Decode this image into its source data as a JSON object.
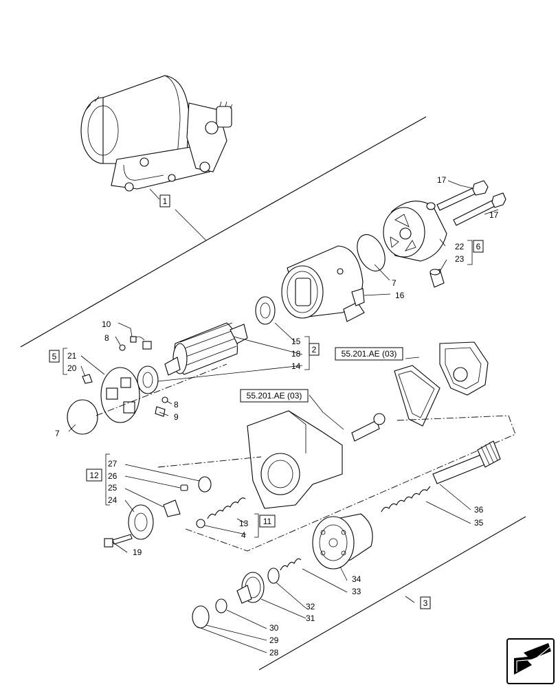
{
  "callouts": {
    "c1": "1",
    "c2": "2",
    "c3": "3",
    "c4": "4",
    "c5": "5",
    "c6": "6",
    "c7a": "7",
    "c7b": "7",
    "c8a": "8",
    "c8b": "8",
    "c9": "9",
    "c10": "10",
    "c11": "11",
    "c12": "12",
    "c13": "13",
    "c14": "14",
    "c15": "15",
    "c16": "16",
    "c17a": "17",
    "c17b": "17",
    "c18": "18",
    "c19": "19",
    "c20": "20",
    "c21": "21",
    "c22": "22",
    "c23": "23",
    "c24": "24",
    "c25": "25",
    "c26": "26",
    "c27": "27",
    "c28": "28",
    "c29": "29",
    "c30": "30",
    "c31": "31",
    "c32": "32",
    "c33": "33",
    "c34": "34",
    "c35": "35",
    "c36": "36"
  },
  "references": {
    "ref_a": "55.201.AE (03)",
    "ref_b": "55.201.AE (03)"
  },
  "nav": {
    "icon": "next-page-arrow-icon"
  }
}
